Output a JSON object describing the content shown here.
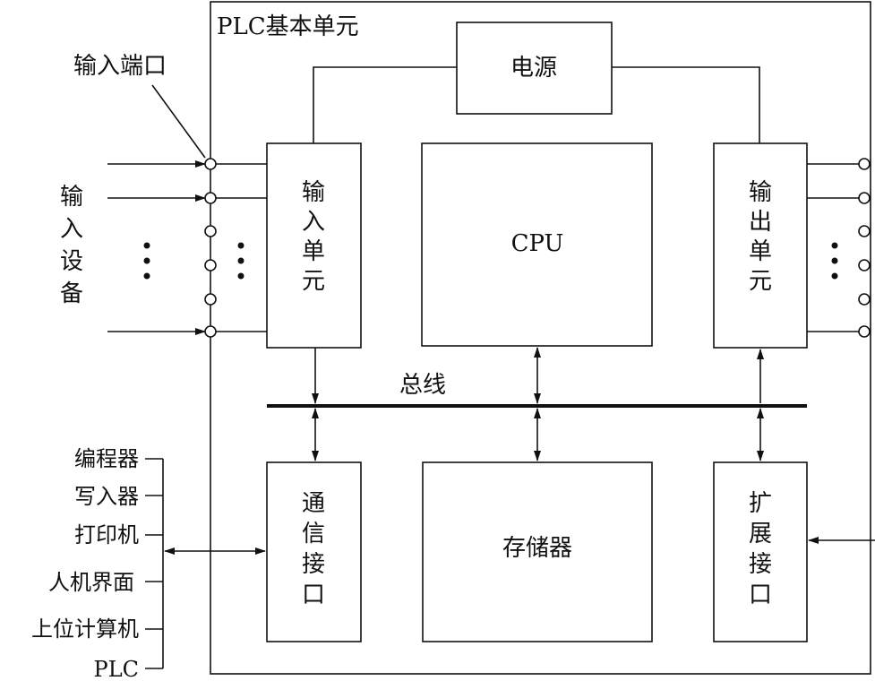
{
  "unit_title": "PLC基本单元",
  "power_label": "电源",
  "input_port_label": "输入端口",
  "input_devices_label": [
    "输",
    "入",
    "设",
    "备"
  ],
  "input_unit_label": [
    "输",
    "入",
    "单",
    "元"
  ],
  "cpu_label": "CPU",
  "output_unit_label": [
    "输",
    "出",
    "单",
    "元"
  ],
  "bus_label": "总线",
  "comm_interface_label": [
    "通",
    "信",
    "接",
    "口"
  ],
  "memory_label": "存储器",
  "expansion_interface_label": [
    "扩",
    "展",
    "接",
    "口"
  ],
  "peripherals": [
    "编程器",
    "写入器",
    "打印机",
    "人机界面",
    "上位计算机",
    "PLC"
  ]
}
